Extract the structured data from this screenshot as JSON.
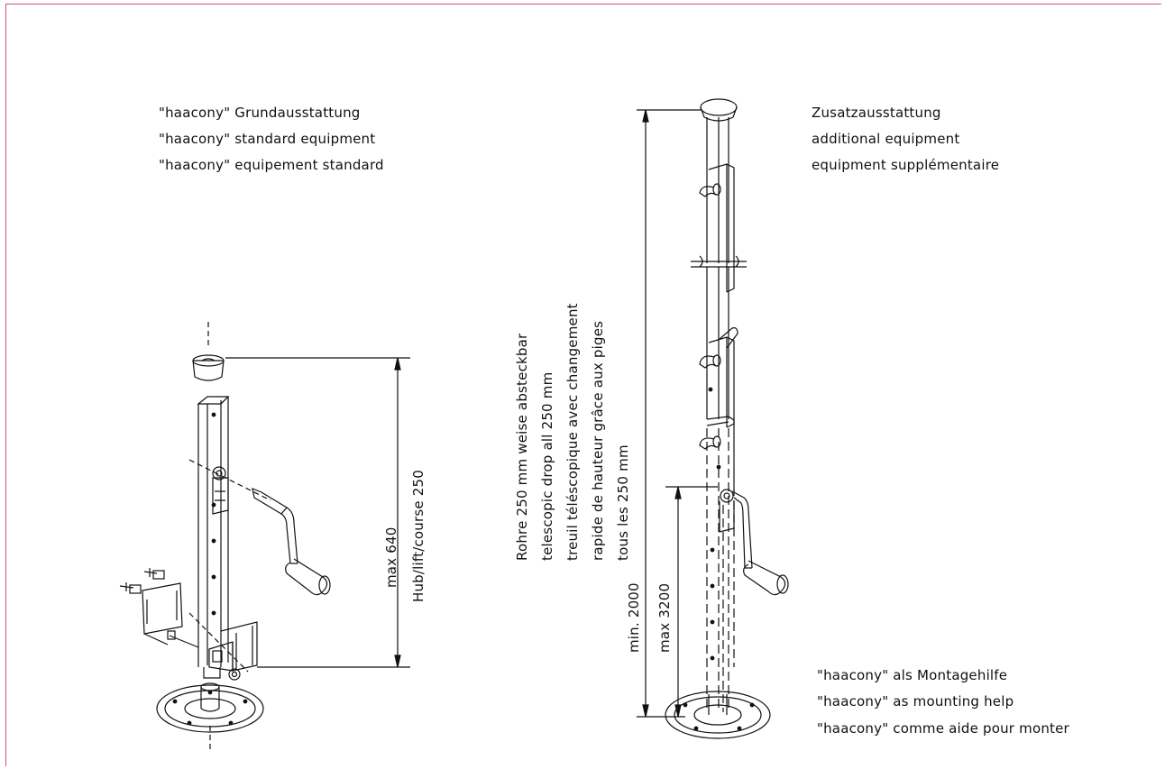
{
  "standard_equipment": {
    "line_de": "\"haacony\" Grundausstattung",
    "line_en": "\"haacony\" standard equipment",
    "line_fr": "\"haacony\" equipement standard"
  },
  "additional_equipment": {
    "line_de": "Zusatzausstattung",
    "line_en": "additional equipment",
    "line_fr": "equipment supplémentaire"
  },
  "mounting_help": {
    "line_de": "\"haacony\" als Montagehilfe",
    "line_en": "\"haacony\" as mounting help",
    "line_fr": "\"haacony\" comme aide pour monter"
  },
  "dimensions": {
    "max_height": "max 640",
    "stroke": "Hub/lift/course 250",
    "min_height": "min. 2000",
    "max_height_extended": "max 3200"
  },
  "telescopic_note": {
    "line1": "Rohre 250 mm weise absteckbar",
    "line2": "telescopic drop all 250 mm",
    "line3": "treuil téléscopique avec changement",
    "line4": "rapide de hauteur grâce aux piges",
    "line5": "tous les 250 mm"
  },
  "colors": {
    "frame": "#c8558a",
    "lines": "#111111"
  }
}
